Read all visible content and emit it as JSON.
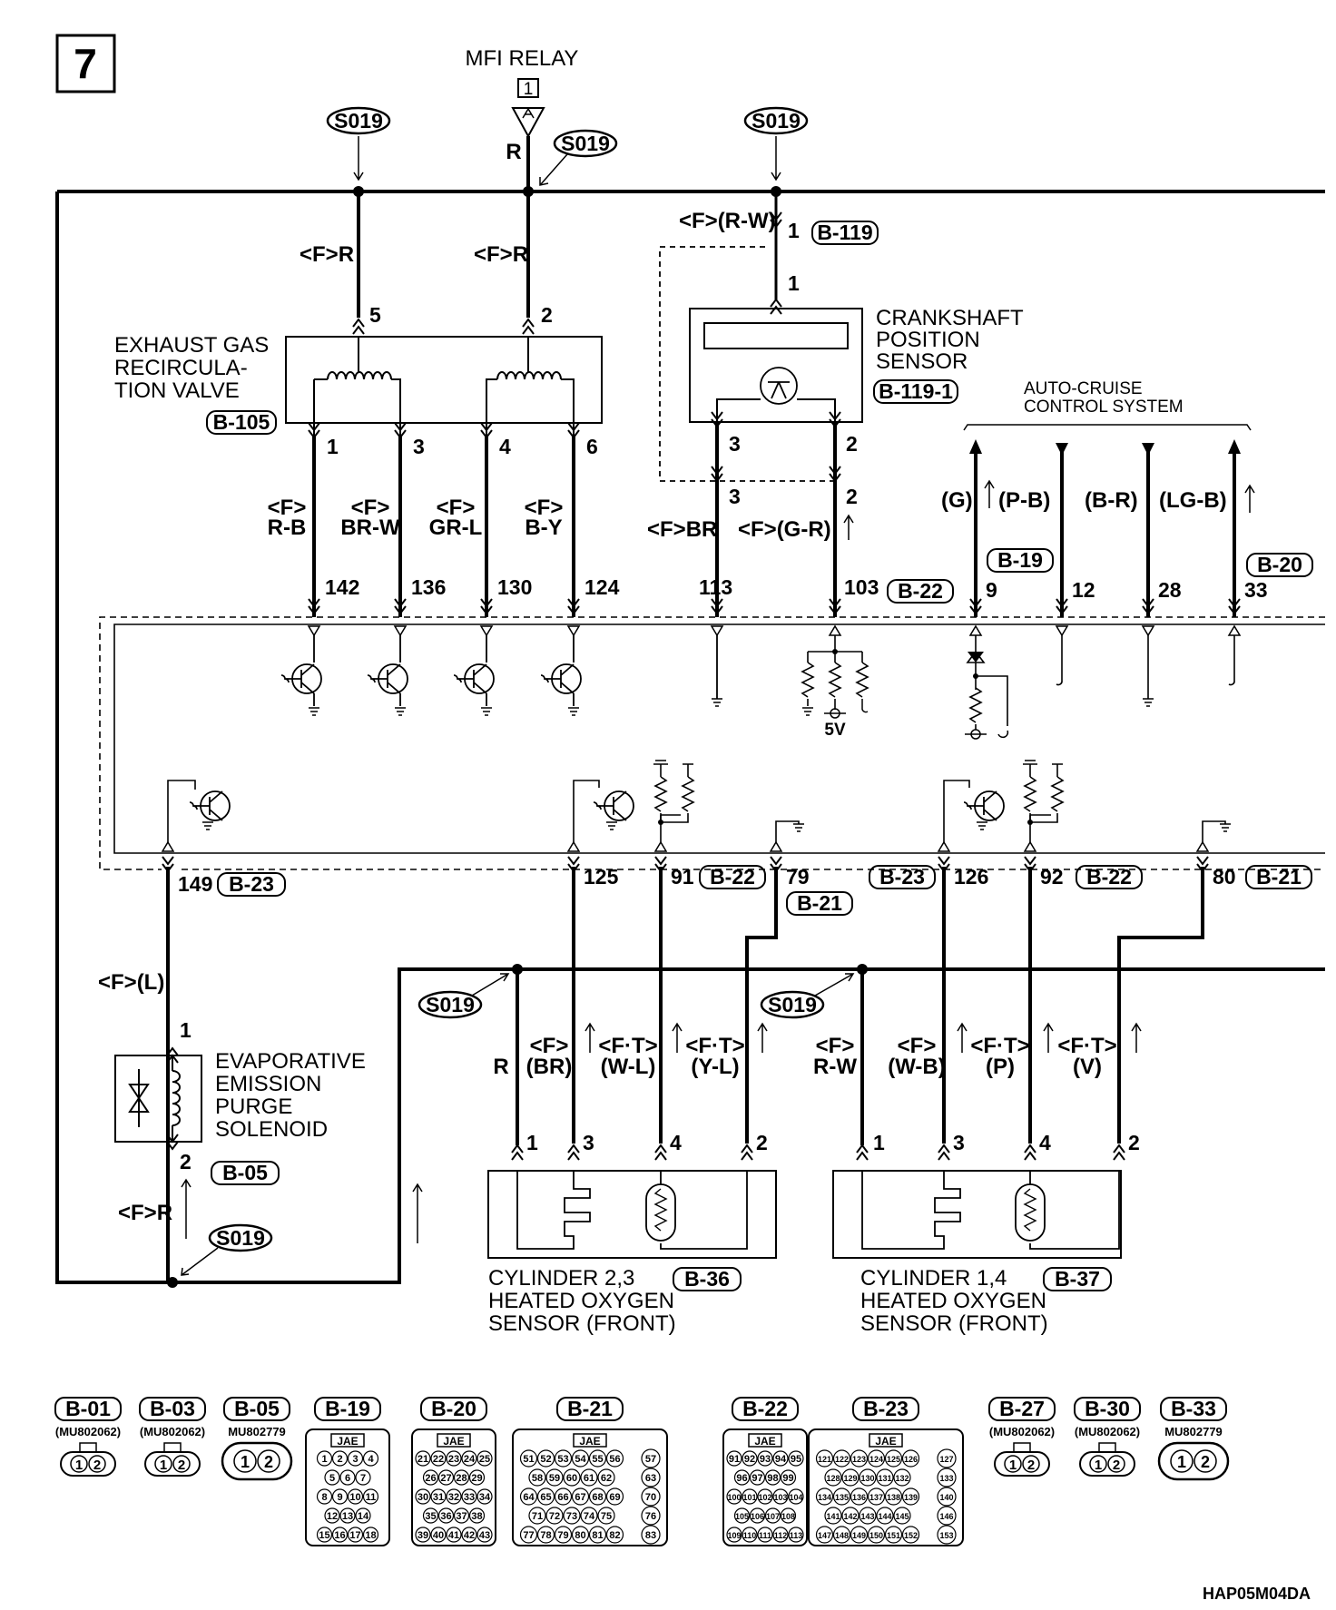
{
  "page_number": "7",
  "relay": {
    "title": "MFI RELAY",
    "terminal": "1",
    "wire_color": "R"
  },
  "splice": "S019",
  "egr_valve": {
    "title": [
      "EXHAUST GAS",
      "RECIRCULA-",
      "TION VALVE"
    ],
    "connector": "B-105",
    "supply": [
      {
        "pin": "5",
        "wire": "<F>R"
      },
      {
        "pin": "2",
        "wire": "<F>R"
      }
    ],
    "outputs": [
      {
        "pin": "1",
        "wire": [
          "<F>",
          "R-B"
        ],
        "ecm_pin": "142"
      },
      {
        "pin": "3",
        "wire": [
          "<F>",
          "BR-W"
        ],
        "ecm_pin": "136"
      },
      {
        "pin": "4",
        "wire": [
          "<F>",
          "GR-L"
        ],
        "ecm_pin": "130"
      },
      {
        "pin": "6",
        "wire": [
          "<F>",
          "B-Y"
        ],
        "ecm_pin": "124"
      }
    ]
  },
  "crank_sensor": {
    "title": [
      "CRANKSHAFT",
      "POSITION",
      "SENSOR"
    ],
    "connector": "B-119-1",
    "joint_connector": "B-119",
    "supply_wire": "<F>(R-W)",
    "pin_top": "1",
    "pins": [
      {
        "pin": "3",
        "wire": "<F>BR",
        "ecm_pin": "113"
      },
      {
        "pin": "2",
        "wire": "<F>(G-R)",
        "ecm_pin": "103"
      }
    ],
    "ecm_connector": "B-22",
    "ref_voltage": "5V"
  },
  "auto_cruise": {
    "title": [
      "AUTO-CRUISE",
      "CONTROL SYSTEM"
    ],
    "wires": [
      {
        "color": "(G)",
        "ecm_pin": "9"
      },
      {
        "color": "(P-B)",
        "ecm_pin": "12"
      },
      {
        "color": "(B-R)",
        "ecm_pin": "28"
      },
      {
        "color": "(LG-B)",
        "ecm_pin": "33"
      }
    ],
    "connectors": [
      "B-19",
      "B-20"
    ]
  },
  "ecm_lower_pins": [
    {
      "pin": "149",
      "connector": "B-23"
    },
    {
      "pin": "125",
      "connector": ""
    },
    {
      "pin": "91",
      "connector": "B-22"
    },
    {
      "pin": "79",
      "connector": "B-21"
    },
    {
      "pin": "126",
      "connector": "B-23"
    },
    {
      "pin": "92",
      "connector": "B-22"
    },
    {
      "pin": "80",
      "connector": "B-21"
    }
  ],
  "purge_solenoid": {
    "title": [
      "EVAPORATIVE",
      "EMISSION",
      "PURGE",
      "SOLENOID"
    ],
    "connector": "B-05",
    "wire_top": "<F>(L)",
    "wire_bottom": "<F>R",
    "pin_top": "1",
    "pin_bottom": "2"
  },
  "o2_sensors": [
    {
      "title": [
        "CYLINDER 2,3",
        "HEATED OXYGEN",
        "SENSOR (FRONT)"
      ],
      "connector": "B-36",
      "pins": [
        "1",
        "3",
        "4",
        "2"
      ],
      "wires": [
        [
          "",
          "R"
        ],
        [
          "<F>",
          "(BR)"
        ],
        [
          "<F·T>",
          "(W-L)"
        ],
        [
          "<F·T>",
          "(Y-L)"
        ]
      ]
    },
    {
      "title": [
        "CYLINDER 1,4",
        "HEATED OXYGEN",
        "SENSOR (FRONT)"
      ],
      "connector": "B-37",
      "pins": [
        "1",
        "3",
        "4",
        "2"
      ],
      "wires": [
        [
          "<F>",
          "R-W"
        ],
        [
          "<F>",
          "(W-B)"
        ],
        [
          "<F·T>",
          "(P)"
        ],
        [
          "<F·T>",
          "(V)"
        ]
      ]
    }
  ],
  "connector_legend": [
    {
      "id": "B-01",
      "part": "(MU802062)",
      "style": "small2"
    },
    {
      "id": "B-03",
      "part": "(MU802062)",
      "style": "small2"
    },
    {
      "id": "B-05",
      "part": "MU802779",
      "style": "round2"
    },
    {
      "id": "B-19",
      "part": "JAE",
      "style": "block",
      "rows": [
        [
          "1",
          "2",
          "3",
          "4"
        ],
        [
          "5",
          "6",
          "7"
        ],
        [
          "8",
          "9",
          "10",
          "11"
        ],
        [
          "12",
          "13",
          "14"
        ],
        [
          "15",
          "16",
          "17",
          "18"
        ]
      ]
    },
    {
      "id": "B-20",
      "part": "JAE",
      "style": "block",
      "rows": [
        [
          "21",
          "22",
          "23",
          "24",
          "25"
        ],
        [
          "26",
          "27",
          "28",
          "29"
        ],
        [
          "30",
          "31",
          "32",
          "33",
          "34"
        ],
        [
          "35",
          "36",
          "37",
          "38"
        ],
        [
          "39",
          "40",
          "41",
          "42",
          "43"
        ]
      ]
    },
    {
      "id": "B-21",
      "part": "JAE",
      "style": "blockwide",
      "rows": [
        [
          "51",
          "52",
          "53",
          "54",
          "55",
          "56",
          "57"
        ],
        [
          "58",
          "59",
          "60",
          "61",
          "62",
          "63"
        ],
        [
          "64",
          "65",
          "66",
          "67",
          "68",
          "69",
          "70"
        ],
        [
          "71",
          "72",
          "73",
          "74",
          "75",
          "76"
        ],
        [
          "77",
          "78",
          "79",
          "80",
          "81",
          "82",
          "83"
        ]
      ]
    },
    {
      "id": "B-22",
      "part": "JAE",
      "style": "block",
      "rows": [
        [
          "91",
          "92",
          "93",
          "94",
          "95"
        ],
        [
          "96",
          "97",
          "98",
          "99"
        ],
        [
          "100",
          "101",
          "102",
          "103",
          "104"
        ],
        [
          "105",
          "106",
          "107",
          "108"
        ],
        [
          "109",
          "110",
          "111",
          "112",
          "113"
        ]
      ]
    },
    {
      "id": "B-23",
      "part": "JAE",
      "style": "blockwide",
      "rows": [
        [
          "121",
          "122",
          "123",
          "124",
          "125",
          "126",
          "127"
        ],
        [
          "128",
          "129",
          "130",
          "131",
          "132",
          "133"
        ],
        [
          "134",
          "135",
          "136",
          "137",
          "138",
          "139",
          "140"
        ],
        [
          "141",
          "142",
          "143",
          "144",
          "145",
          "146"
        ],
        [
          "147",
          "148",
          "149",
          "150",
          "151",
          "152",
          "153"
        ]
      ]
    },
    {
      "id": "B-27",
      "part": "(MU802062)",
      "style": "small2"
    },
    {
      "id": "B-30",
      "part": "(MU802062)",
      "style": "small2"
    },
    {
      "id": "B-33",
      "part": "MU802779",
      "style": "round2"
    }
  ],
  "footer_code": "HAP05M04DA"
}
